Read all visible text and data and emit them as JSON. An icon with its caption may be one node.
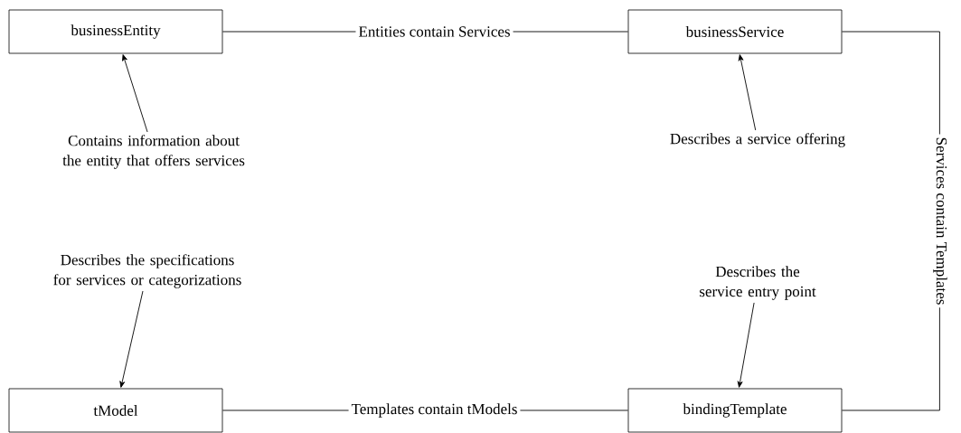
{
  "diagram": {
    "nodes": [
      {
        "text": [
          "businessEntity"
        ]
      },
      {
        "text": [
          "businessService"
        ]
      },
      {
        "text": [
          "tModel"
        ]
      },
      {
        "text": [
          "bindingTemplate"
        ]
      },
      {
        "text": [
          "Contains information about the entity that offers services"
        ]
      },
      {
        "text": [
          "Describes a service offering"
        ]
      },
      {
        "text": [
          "Describes the specifications for services or categorizations"
        ]
      },
      {
        "text": [
          "Describes the service entry point"
        ]
      }
    ],
    "edges": [
      {
        "from": 0,
        "to": 1,
        "arrow": "none",
        "label": "Entities contain Services"
      },
      {
        "from": 1,
        "to": 3,
        "arrow": "none",
        "label": "Services contain Templates"
      },
      {
        "from": 2,
        "to": 3,
        "arrow": "none",
        "label": "Templates contain tModels"
      },
      {
        "from": 4,
        "to": 0,
        "arrow": "to"
      },
      {
        "from": 5,
        "to": 1,
        "arrow": "to"
      },
      {
        "from": 6,
        "to": 2,
        "arrow": "to"
      },
      {
        "from": 7,
        "to": 3,
        "arrow": "to"
      }
    ]
  }
}
